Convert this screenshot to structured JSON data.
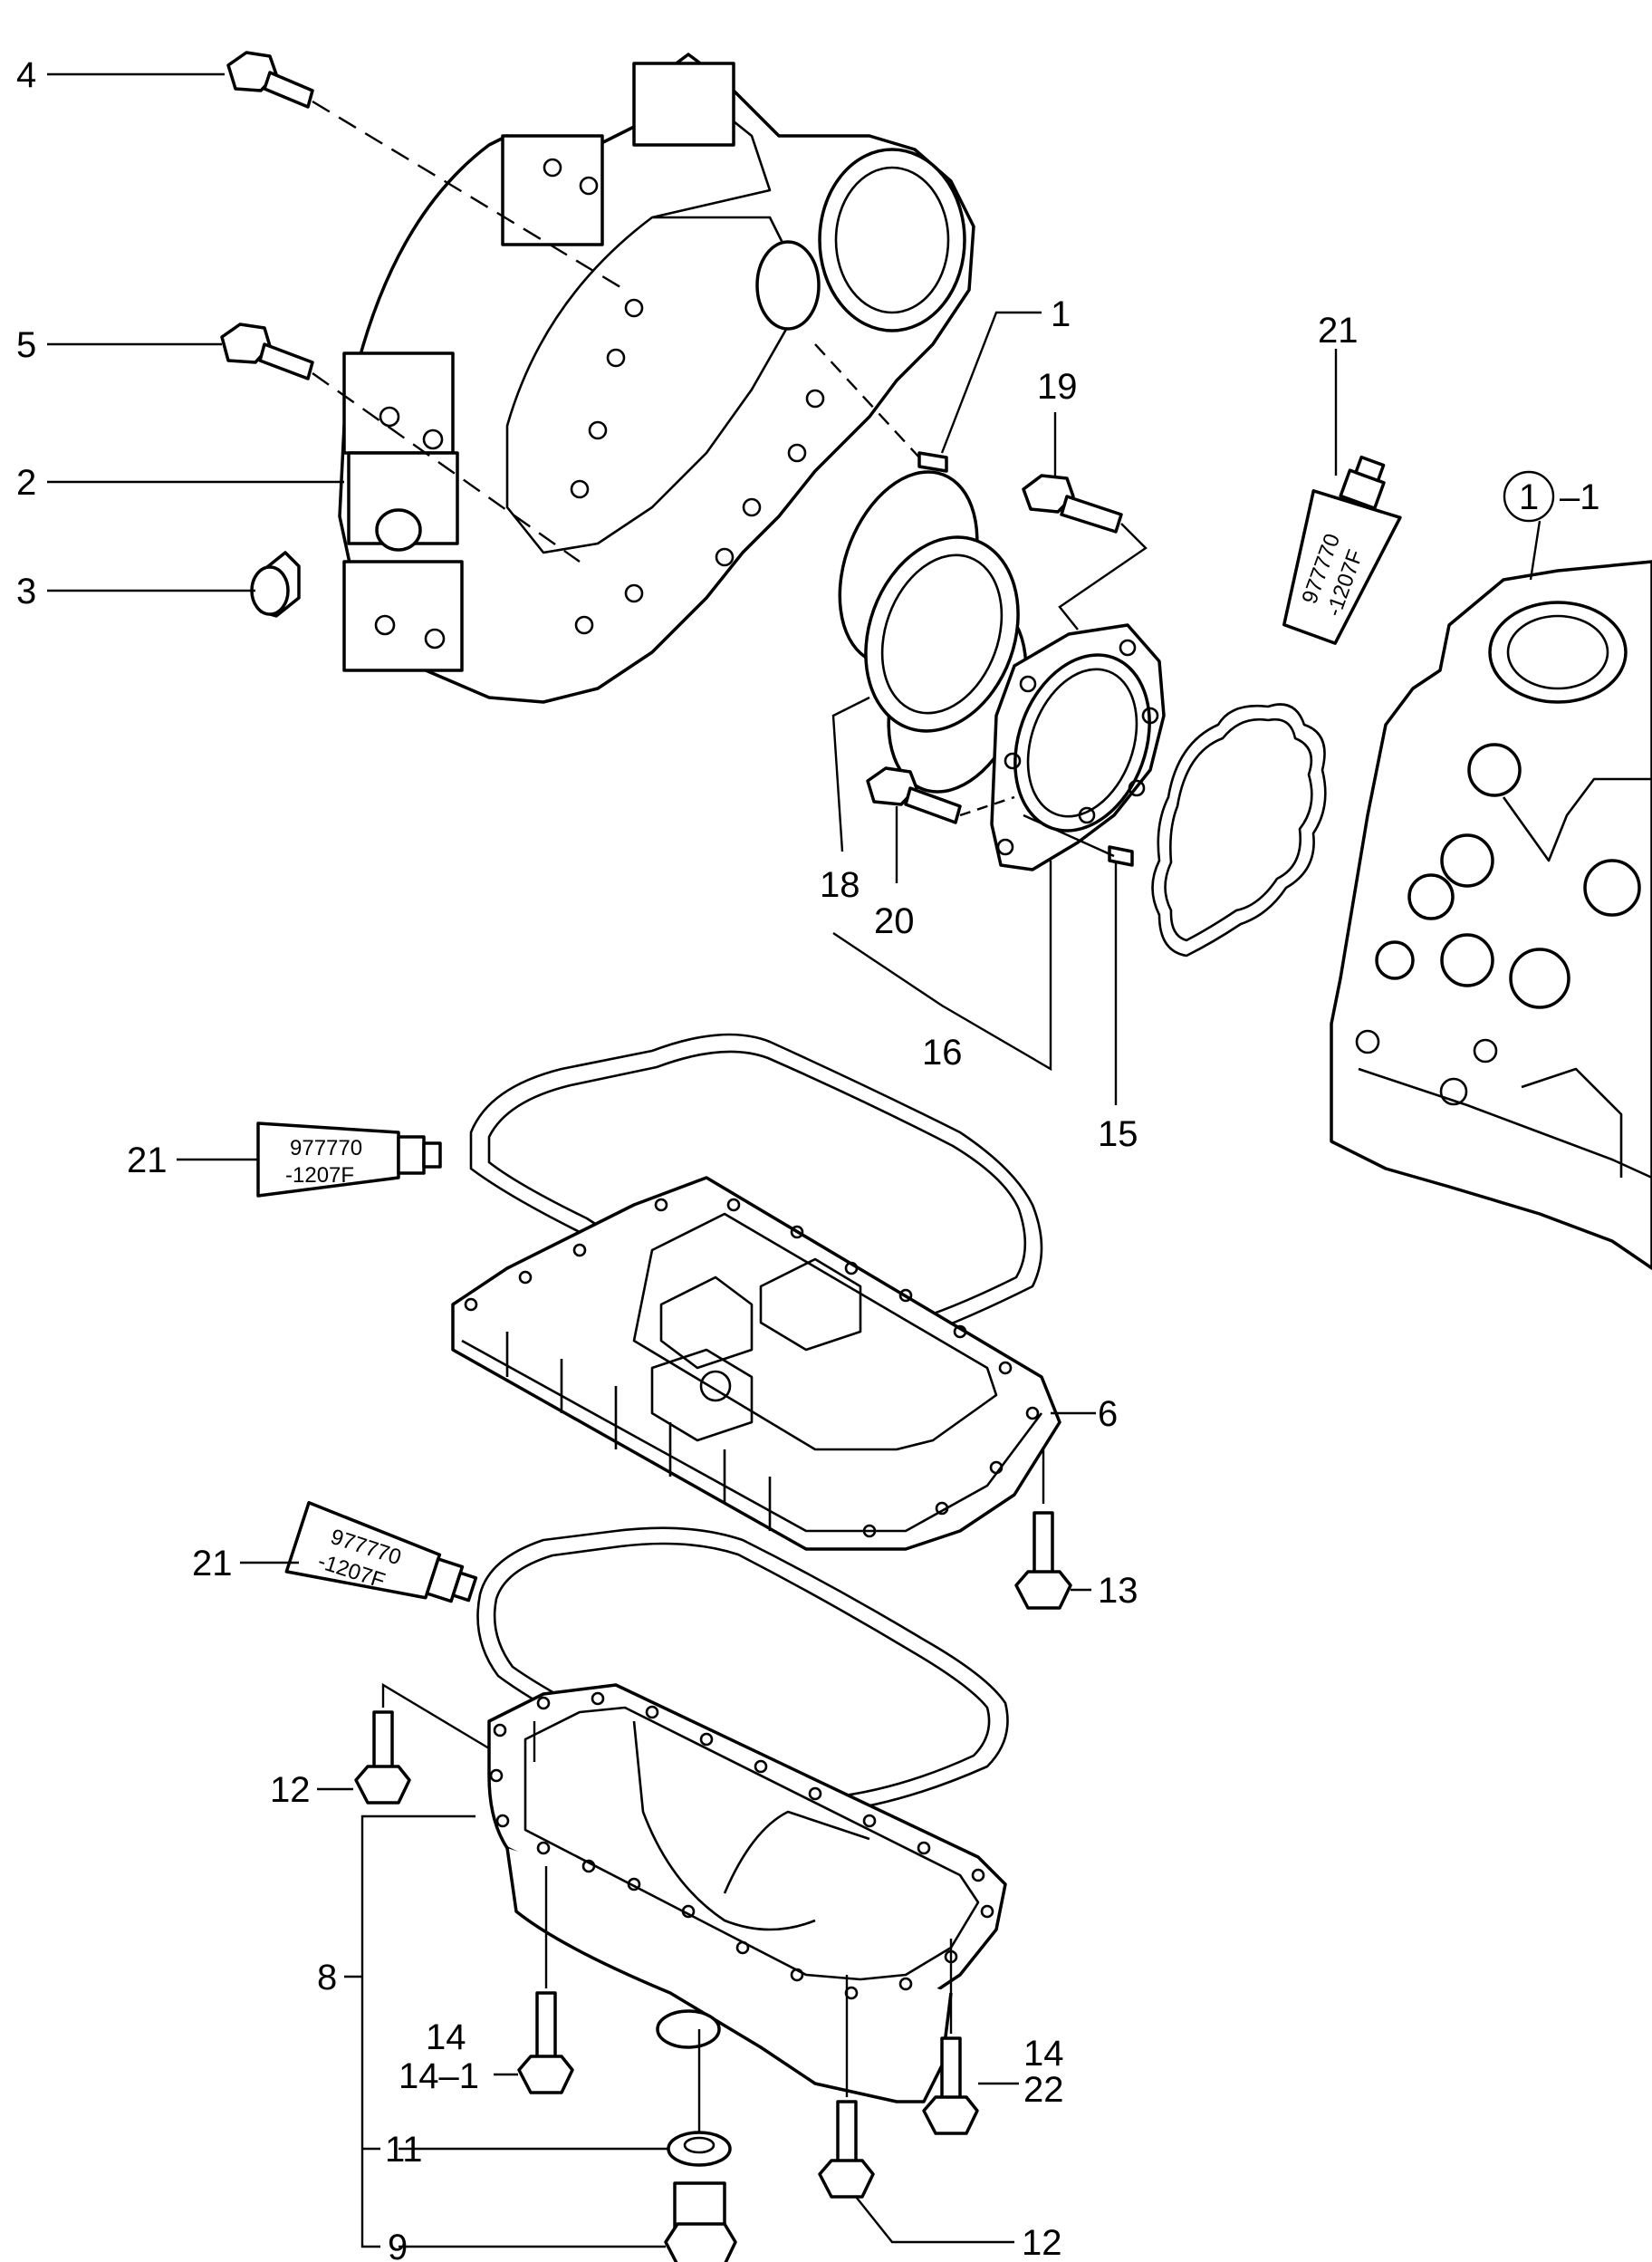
{
  "callouts": {
    "c1": "1",
    "c2": "2",
    "c3": "3",
    "c4": "4",
    "c5": "5",
    "c6": "6",
    "c8": "8",
    "c9": "9",
    "c11": "11",
    "c12a": "12",
    "c12b": "12",
    "c13": "13",
    "c14a": "14",
    "c14_1": "14–1",
    "c14b": "14",
    "c15": "15",
    "c16": "16",
    "c18": "18",
    "c19": "19",
    "c20": "20",
    "c21a": "21",
    "c21b": "21",
    "c21c": "21",
    "c22": "22",
    "ref_circle": "1",
    "ref_suffix": "–1"
  },
  "sealant_tube": {
    "line1": "977770",
    "line2": "-1207F"
  }
}
